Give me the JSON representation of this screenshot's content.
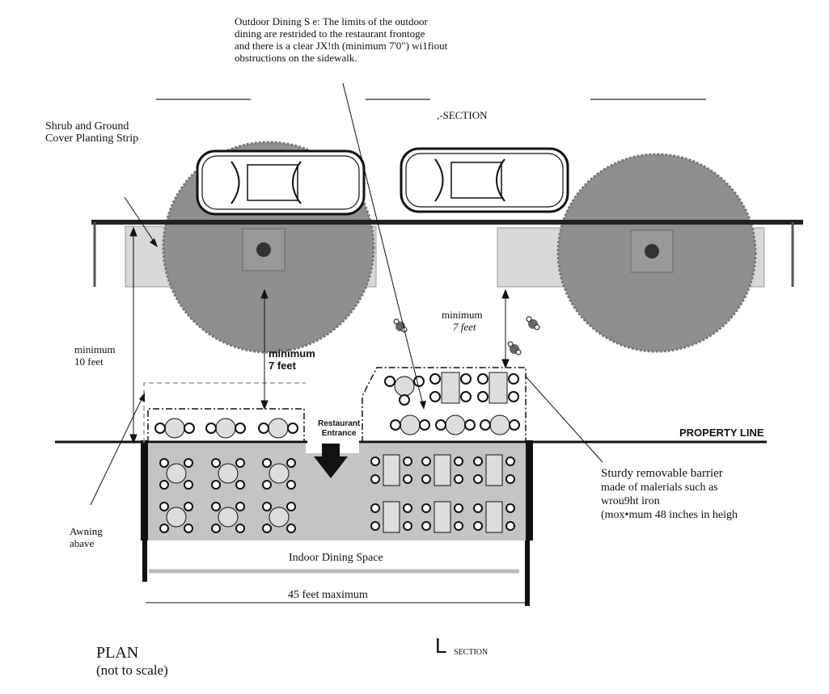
{
  "notes": {
    "outdoor_dining": [
      "Outdoor Dining S e: The limits of the outdoor",
      "dining are restrided to the restaurant frontoge",
      "and there is a clear JX!th (minimum 7'0\") wi1fiout",
      "obstructions on the sidewalk."
    ],
    "shrub": [
      "Shrub and Ground",
      "Cover Planting Strip"
    ],
    "section_top": ",-SECTION",
    "min10": [
      "minimum",
      "10 feet"
    ],
    "min7_left": [
      "minimum",
      "7 feet"
    ],
    "min7_right": [
      "minimum",
      "7 feet"
    ],
    "restaurant_entrance": [
      "Restaurant",
      "Entrance"
    ],
    "property_line": "PROPERTY LINE",
    "barrier": [
      "Sturdy removable barrier",
      "made of malerials such as",
      "wrou9ht iron",
      "(mox•mum 48 inches in heigh"
    ],
    "awning": [
      "Awning",
      "abave"
    ],
    "indoor": "Indoor Dining Space",
    "width": "45 feet maximum",
    "plan": [
      "PLAN",
      "(not to scale)"
    ],
    "section_bottom_glyph": "L",
    "section_bottom": "SECTION"
  },
  "colors": {
    "line": "#111111",
    "tree": "#8f8f8f",
    "strip": "#d8d8d8",
    "indoor": "#c4c4c4",
    "dash": "#888888"
  }
}
